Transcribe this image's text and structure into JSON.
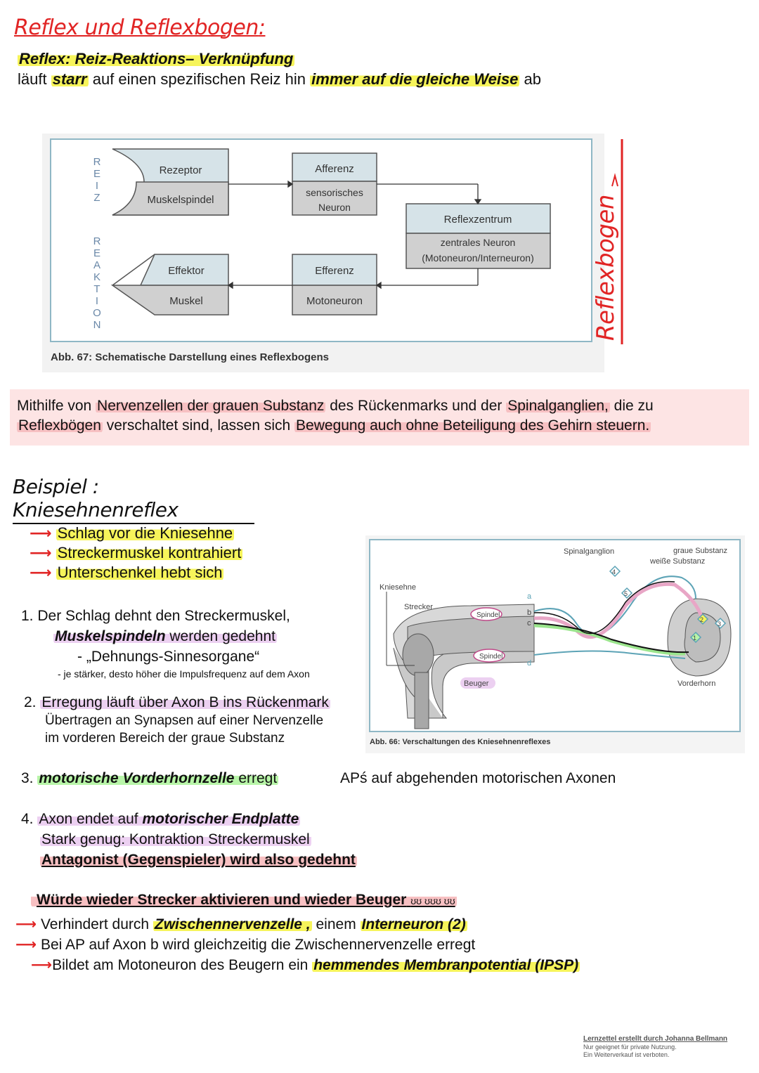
{
  "title": "Reflex und Reflexbogen",
  "title_colon": ":",
  "definition": {
    "label": "Reflex: Reiz-Reaktions– Verknüpfung",
    "line_parts": [
      "läuft ",
      "starr",
      " auf einen spezifischen Reiz hin ",
      "immer auf die gleiche Weise",
      " ab"
    ]
  },
  "fig67": {
    "side_reiz": "REIZ",
    "side_reaktion": "REAKTION",
    "rezeptor": "Rezeptor",
    "muskelspindel": "Muskelspindel",
    "afferenz": "Afferenz",
    "sensorisches_neuron": [
      "sensorisches",
      "Neuron"
    ],
    "reflexzentrum": "Reflexzentrum",
    "zentrales_neuron": [
      "zentrales Neuron",
      "(Motoneuron/Interneuron)"
    ],
    "effektor": "Effektor",
    "muskel": "Muskel",
    "efferenz": "Efferenz",
    "motoneuron": "Motoneuron",
    "caption": "Abb. 67: Schematische Darstellung eines Reflexbogens",
    "side_note": "Reflexbogen"
  },
  "note_box": {
    "parts": [
      "Mithilfe von ",
      "Nervenzellen der grauen Substanz",
      " des Rückenmarks und der ",
      "Spinalganglien,",
      " die zu ",
      "Reflexbögen",
      " verschaltet sind, lassen sich ",
      "Bewegung auch ohne Beteiligung des Gehirn steuern."
    ]
  },
  "example_title": "Beispiel : Kniesehnenreflex",
  "arrows": [
    "Schlag vor die Kniesehne",
    "Streckermuskel kontrahiert",
    "Unterschenkel hebt sich"
  ],
  "step1": {
    "line1": "1.  Der Schlag dehnt den Streckermuskel,",
    "line2_bold": "Muskelspindeln",
    "line2_rest": " werden gedehnt",
    "line3": "- „Dehnungs-Sinnesorgane“",
    "line4": "-  je stärker, desto höher die Impulsfrequenz auf dem Axon"
  },
  "step2": {
    "line1_num": "2. ",
    "line1": "Erregung läuft über Axon B ins Rückenmark",
    "line2": "Übertragen an Synapsen auf einer Nervenzelle",
    "line3": "im vorderen Bereich der graue Substanz"
  },
  "fig66": {
    "spinalganglion": "Spinalganglion",
    "graue_substanz": "graue Substanz",
    "weisse_substanz": "weiße Substanz",
    "kniesehne": "Kniesehne",
    "strecker": "Strecker",
    "spindel_top": "Spindel",
    "spindel_bottom": "Spindel",
    "beuger": "Beuger",
    "vorderhorn": "Vorderhorn",
    "labels": [
      "a",
      "b",
      "c",
      "d"
    ],
    "numbers": [
      "1",
      "2",
      "3",
      "4",
      "5"
    ],
    "caption": "Abb. 66: Verschaltungen des Kniesehnenreflexes"
  },
  "step3": {
    "num": "3. ",
    "bold": "motorische Vorderhornzelle",
    "rest": " erregt",
    "right": "APś auf abgehenden motorischen Axonen"
  },
  "step4": {
    "line1_num": "4. ",
    "line1": "Axon endet auf ",
    "line1_bold": "motorischer Endplatte",
    "line2": "Stark genug: Kontraktion Streckermuskel",
    "line3": "Antagonist (Gegenspieler) wird also gedehnt"
  },
  "problem": {
    "line": "Würde wieder Strecker aktivieren und wieder Beuger",
    "scribble": "ʊʊ ʊʊʊ ʊʊ",
    "a1_pre": "Verhindert durch ",
    "a1_bold": "Zwischennervenzelle ,",
    "a1_mid": " einem ",
    "a1_bold2": "Interneuron (2)",
    "a2": "Bei AP auf Axon b wird gleichzeitig die Zwischennervenzelle erregt",
    "a3_pre": "Bildet am Motoneuron des Beugern ein ",
    "a3_bold": "hemmendes Membranpotential (IPSP)"
  },
  "footer": {
    "line1": "Lernzettel erstellt durch Johanna Bellmann",
    "line2": "Nur geeignet für private Nutzung.",
    "line3": "Ein Weiterverkauf ist verboten."
  },
  "colors": {
    "accent_red": "#e12424",
    "highlight_yellow": "#f6f45a",
    "highlight_pink": "#f7c0c2",
    "highlight_lilac": "#ecd0f1",
    "highlight_green": "#b8f5a8",
    "diagram_border": "#8fb7c5",
    "box_light": "#d6e3e8",
    "box_dark": "#d0d0d0"
  }
}
